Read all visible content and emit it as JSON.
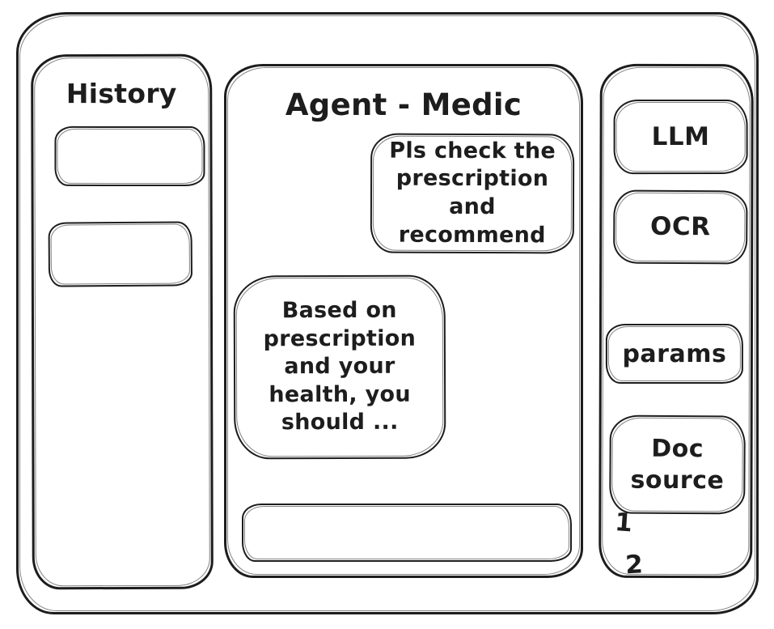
{
  "app": {
    "ink_color": "#1d1d1d",
    "background_color": "#ffffff"
  },
  "history": {
    "title": "History",
    "items": [
      {
        "label": ""
      },
      {
        "label": ""
      }
    ]
  },
  "chat": {
    "title": "Agent - Medic",
    "messages": [
      {
        "role": "user",
        "text": "Pls check the prescription and recommend"
      },
      {
        "role": "agent",
        "text": "Based on prescription and your health, you should ..."
      }
    ],
    "input": {
      "value": "",
      "placeholder": ""
    }
  },
  "tools": {
    "buttons": [
      {
        "label": "LLM"
      },
      {
        "label": "OCR"
      },
      {
        "label": "params"
      },
      {
        "label": "Doc source"
      }
    ],
    "doc_source_items": [
      "1",
      "2"
    ]
  }
}
